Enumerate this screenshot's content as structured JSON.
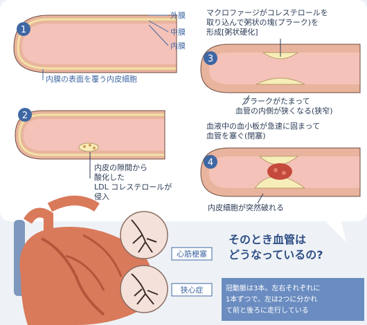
{
  "steps": {
    "s1": {
      "num": "1",
      "label_outer": "外膜",
      "label_middle": "中膜",
      "label_inner": "内膜",
      "caption": "内膜の表面を覆う内皮細胞"
    },
    "s2": {
      "num": "2",
      "caption_lines": [
        "内皮の隙間から",
        "酸化した",
        "LDL コレステロールが",
        "侵入"
      ]
    },
    "s3": {
      "num": "3",
      "top_lines": [
        "マクロファージがコレステロールを",
        "取り込んで粥状の塊(プラーク)を",
        "形成[粥状硬化]"
      ],
      "caption_lines": [
        "プラークがたまって",
        "血管の内側が狭くなる(狭窄)"
      ]
    },
    "s4": {
      "num": "4",
      "top_lines": [
        "血液中の血小板が急速に固まって",
        "血管を塞ぐ(閉塞)"
      ],
      "caption": "内皮細胞が突然破れる"
    }
  },
  "heart_section": {
    "question_lines": [
      "そのとき血管は",
      "どうなっているの?"
    ],
    "label_infarction": "心筋梗塞",
    "label_angina": "狭心症",
    "note_lines": [
      "冠動脈は3本。左右それぞれに",
      "1本ずつで、左は2つに分かれ",
      "て前と後ろに走行している"
    ]
  },
  "colors": {
    "accent": "#3f67a3",
    "vessel_lumen": "#f4c2b8",
    "vessel_wall": "#e9b49d",
    "plaque": "#f7edb8",
    "heart": "#d97a5b"
  }
}
